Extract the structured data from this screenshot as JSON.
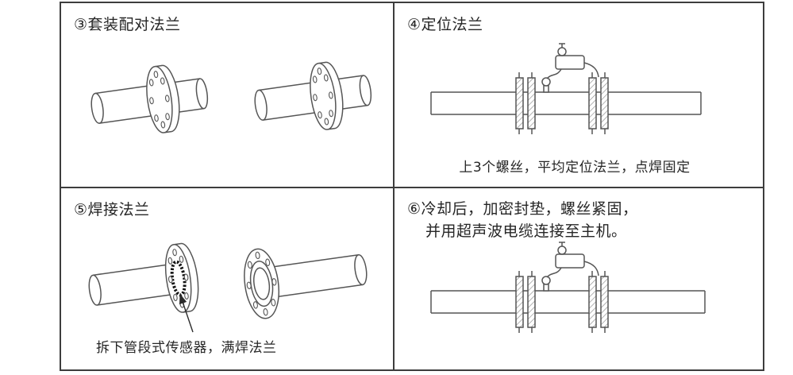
{
  "meta": {
    "background": "#ffffff",
    "border_color": "#3d3d3d",
    "line_color": "#555555",
    "text_color": "#262626"
  },
  "panels": {
    "step3": {
      "title": "③套装配对法兰",
      "illustration": "two-pipes-with-paired-flanges"
    },
    "step4": {
      "title": "④定位法兰",
      "caption": "上3个螺丝，平均定位法兰，点焊固定",
      "illustration": "pipe-assembly-sensor-positioning"
    },
    "step5": {
      "title": "⑤焊接法兰",
      "caption": "拆下管段式传感器，满焊法兰",
      "illustration": "welded-flange-and-loose-flange"
    },
    "step6": {
      "title_line1": "⑥冷却后，加密封垫，螺丝紧固，",
      "title_line2": "并用超声波电缆连接至主机。",
      "illustration": "final-assembly-with-ultrasonic-sensor"
    }
  }
}
